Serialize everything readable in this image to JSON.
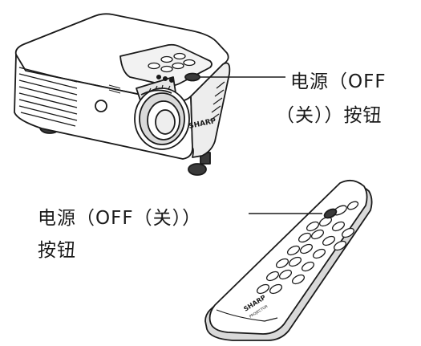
{
  "callouts": {
    "projector_power_off": {
      "line1": "电源（OFF",
      "line2": "（关））按钮"
    },
    "remote_power_off": {
      "line1": "电源（OFF（关））",
      "line2": "按钮"
    }
  },
  "brand": {
    "projector_logo": "SHARP",
    "remote_logo": "SHARP",
    "remote_sub": "PROJECTOR"
  },
  "colors": {
    "outline": "#1a1a1a",
    "body": "#ffffff",
    "shade": "#d9d9d9",
    "dark": "#3a3a3a"
  }
}
